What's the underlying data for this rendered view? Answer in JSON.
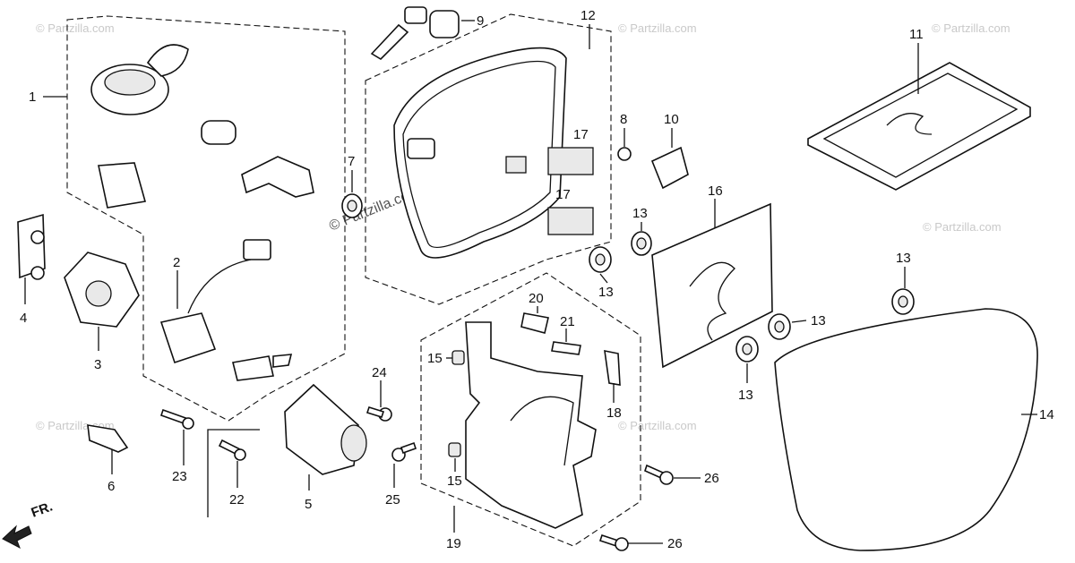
{
  "watermark": {
    "main_text": "© Partzilla.com",
    "faint_text": "© Partzilla.com"
  },
  "direction": {
    "label": "FR."
  },
  "callouts": [
    "1",
    "2",
    "3",
    "4",
    "5",
    "6",
    "7",
    "8",
    "9",
    "10",
    "11",
    "12",
    "13",
    "14",
    "15",
    "16",
    "17",
    "17",
    "18",
    "19",
    "20",
    "21",
    "22",
    "23",
    "24",
    "25",
    "26",
    "13",
    "13",
    "13",
    "13",
    "15",
    "26"
  ]
}
